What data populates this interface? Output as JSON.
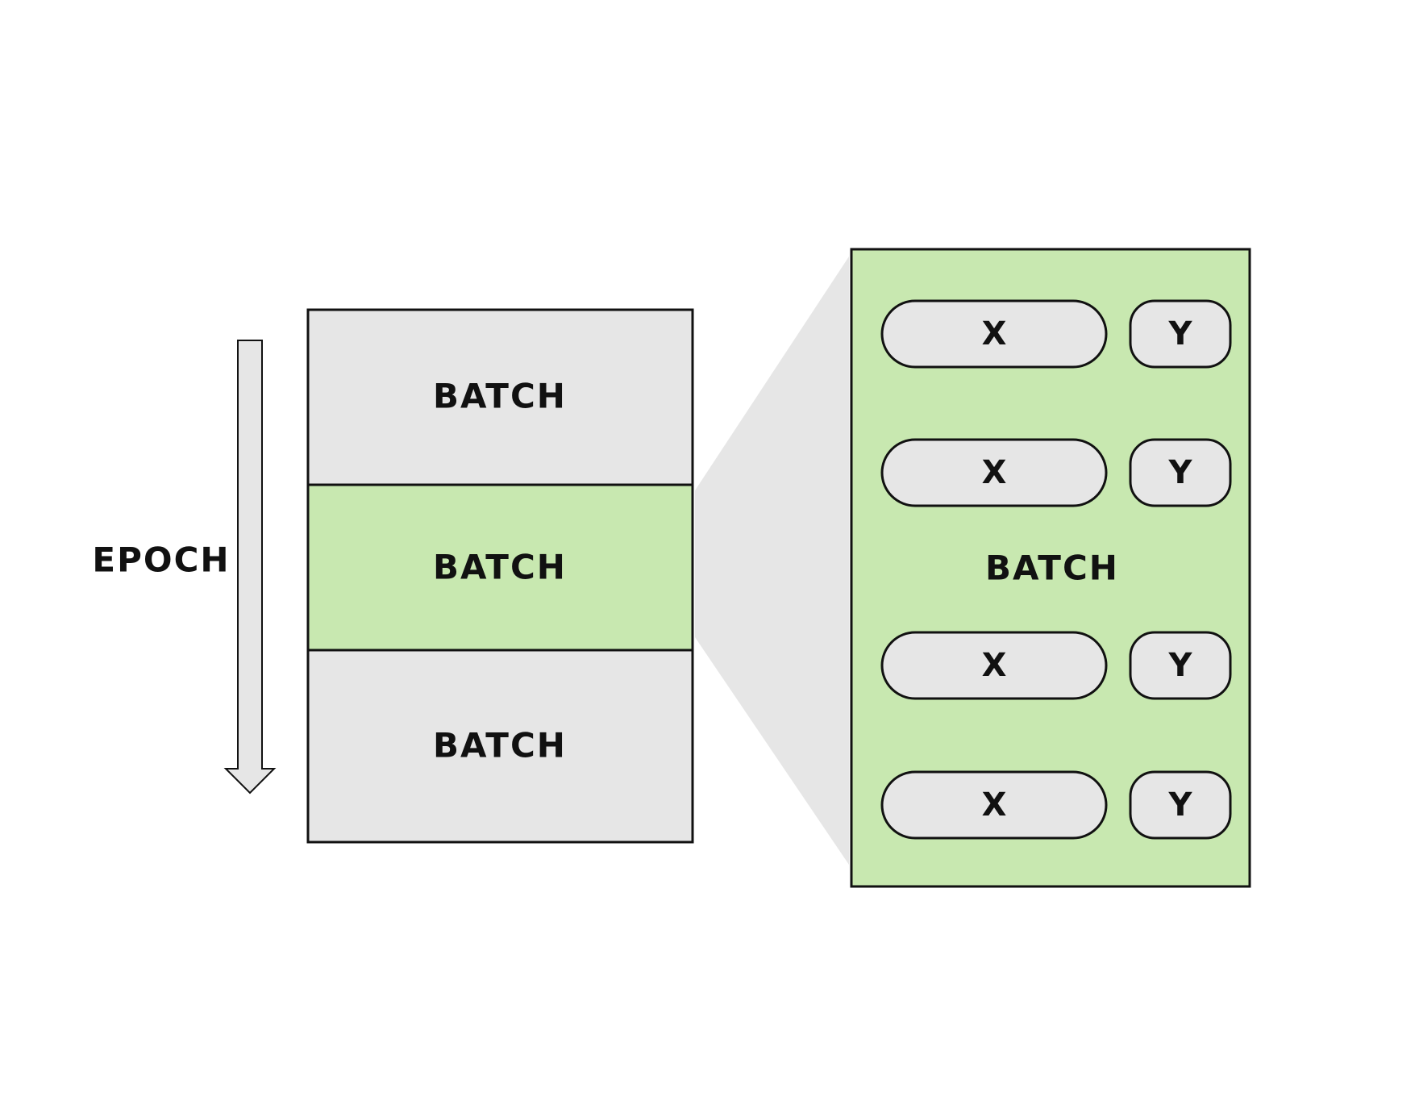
{
  "epoch": {
    "label": "EPOCH"
  },
  "batches": [
    {
      "label": "BATCH",
      "highlighted": false
    },
    {
      "label": "BATCH",
      "highlighted": true
    },
    {
      "label": "BATCH",
      "highlighted": false
    }
  ],
  "detail": {
    "label": "BATCH",
    "samples": [
      {
        "x_label": "X",
        "y_label": "Y"
      },
      {
        "x_label": "X",
        "y_label": "Y"
      },
      {
        "x_label": "X",
        "y_label": "Y"
      },
      {
        "x_label": "X",
        "y_label": "Y"
      }
    ]
  },
  "colors": {
    "batch_fill": "#e6e6e6",
    "highlight_fill": "#c8e8b0",
    "zoom_fill": "#e6e6e6",
    "stroke": "#111111",
    "pill_fill": "#e6e6e6"
  }
}
